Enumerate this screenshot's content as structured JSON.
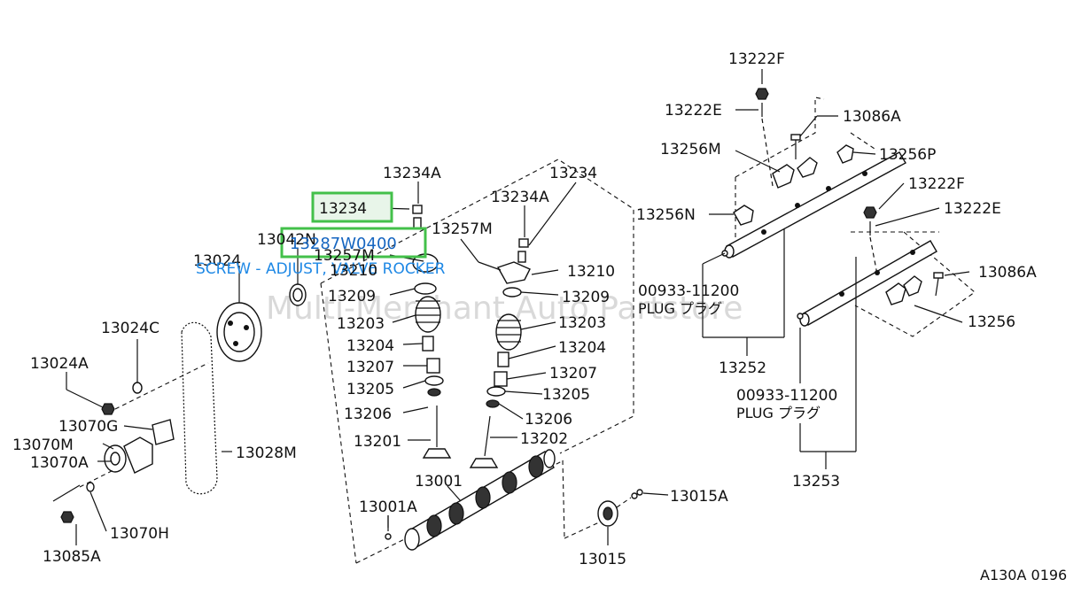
{
  "diagram": {
    "watermark": "Multi-Merchant Auto Partstore",
    "figure_code": "A130A 0196",
    "highlight": {
      "part_no": "13234",
      "link_part": "13287W0400",
      "description": "SCREW - ADJUST, VALVE ROCKER"
    },
    "labels": {
      "p13222F_top": "13222F",
      "p13222E_top": "13222E",
      "p13086A_top": "13086A",
      "p13256M": "13256M",
      "p13256P": "13256P",
      "p13222F_mid": "13222F",
      "p13222E_mid": "13222E",
      "p13256N": "13256N",
      "p13086A_right": "13086A",
      "p13256": "13256",
      "p13234A_a": "13234A",
      "p13234_a": "13234",
      "p13234A_b": "13234A",
      "p13257M_a": "13257M",
      "p13042N": "13042N",
      "p13257M_b": "13257M",
      "p13024": "13024",
      "p13210_l": "13210",
      "p13209_l": "13209",
      "p13203_l": "13203",
      "p13204_l": "13204",
      "p13207_l": "13207",
      "p13205_l": "13205",
      "p13206_l": "13206",
      "p13201": "13201",
      "p13210_r": "13210",
      "p13209_r": "13209",
      "p13203_r": "13203",
      "p13204_r": "13204",
      "p13207_r": "13207",
      "p13205_r": "13205",
      "p13206_r": "13206",
      "p13202": "13202",
      "p13024C": "13024C",
      "p13024A": "13024A",
      "p13070G": "13070G",
      "p13070M": "13070M",
      "p13070A": "13070A",
      "p13028M": "13028M",
      "p13070H": "13070H",
      "p13085A": "13085A",
      "p13001": "13001",
      "p13001A": "13001A",
      "p13015A": "13015A",
      "p13015": "13015",
      "p13252": "13252",
      "p13253": "13253",
      "plug1_no": "00933-11200",
      "plug1_name": "PLUG プラグ",
      "plug2_no": "00933-11200",
      "plug2_name": "PLUG プラグ"
    }
  }
}
